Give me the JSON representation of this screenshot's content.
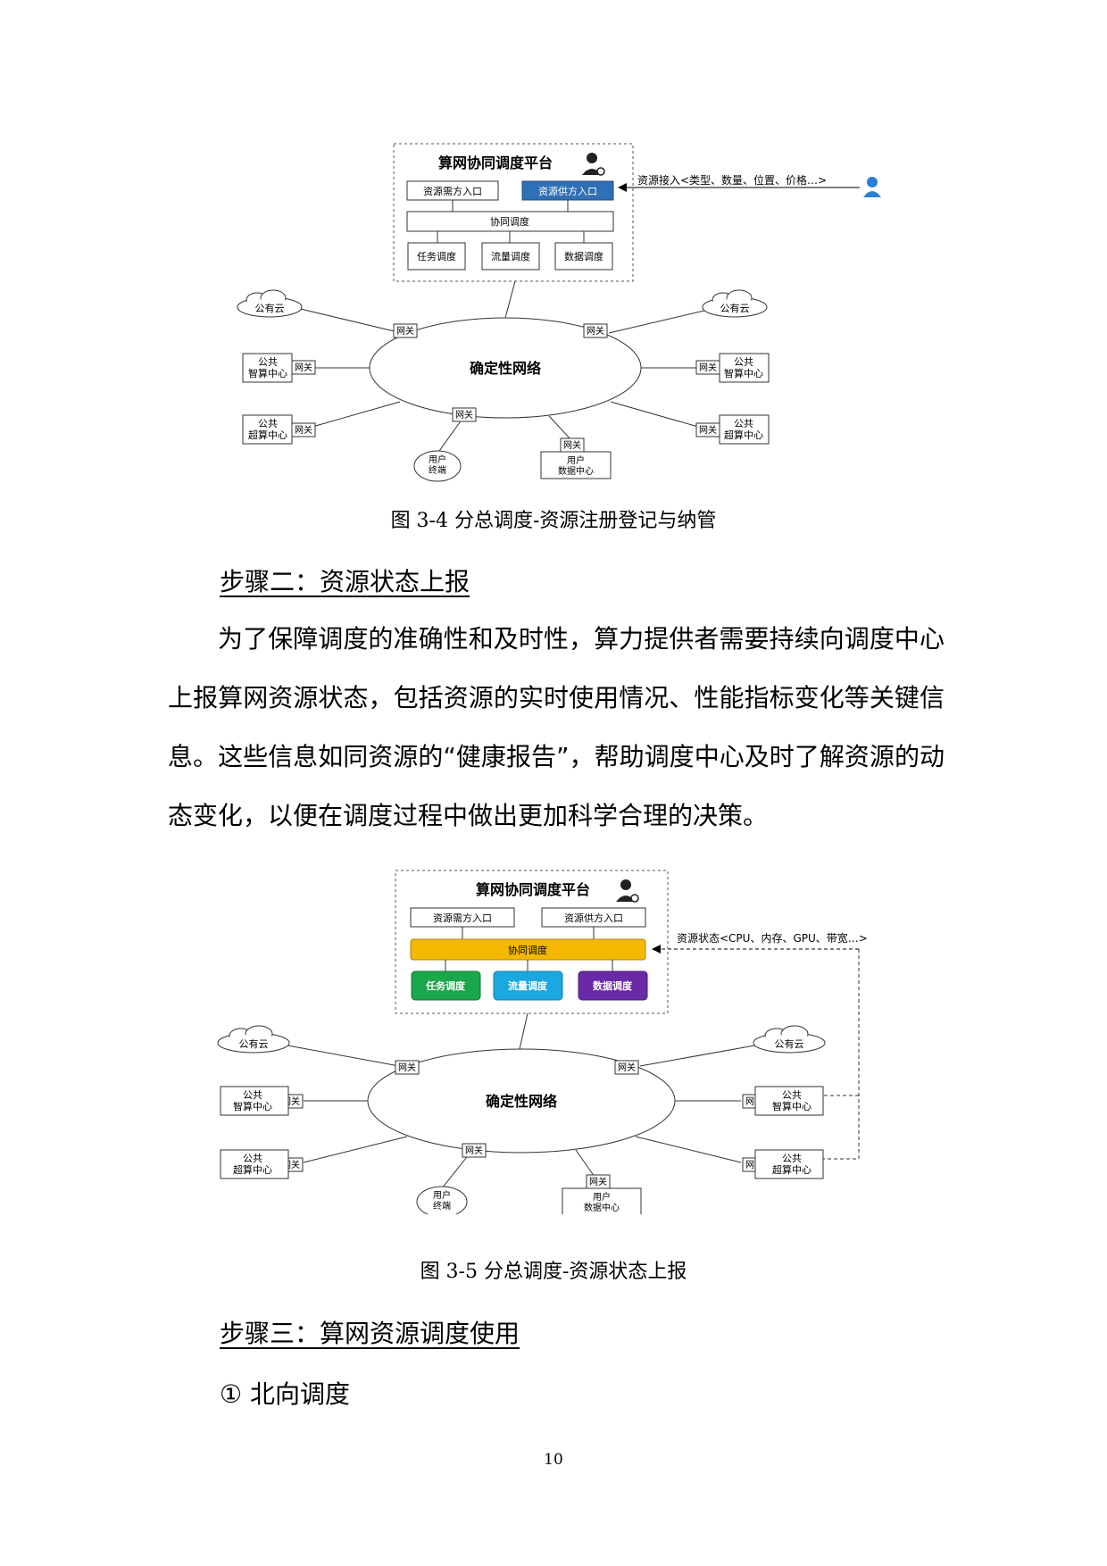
{
  "figure1": {
    "platform_title": "算网协同调度平台",
    "demand_entry": "资源需方入口",
    "supply_entry": "资源供方入口",
    "coordination": "协同调度",
    "task": "任务调度",
    "flow": "流量调度",
    "data": "数据调度",
    "side_label": "资源接入<类型、数量、位置、价格…>",
    "network": "确定性网络",
    "gateway": "网关",
    "public_cloud": "公有云",
    "public": "公共",
    "smart_center": "智算中心",
    "super_center": "超算中心",
    "user": "用户",
    "terminal": "终端",
    "user_dc_line2": "数据中心"
  },
  "caption1": "图 3-4  分总调度-资源注册登记与纳管",
  "step2_heading": "步骤二：资源状态上报",
  "step2_paragraph": "为了保障调度的准确性和及时性，算力提供者需要持续向调度中心上报算网资源状态，包括资源的实时使用情况、性能指标变化等关键信息。这些信息如同资源的“健康报告”，帮助调度中心及时了解资源的动态变化，以便在调度过程中做出更加科学合理的决策。",
  "figure2": {
    "platform_title": "算网协同调度平台",
    "demand_entry": "资源需方入口",
    "supply_entry": "资源供方入口",
    "coordination": "协同调度",
    "task": "任务调度",
    "flow": "流量调度",
    "data": "数据调度",
    "side_label": "资源状态<CPU、内存、GPU、带宽…>",
    "network": "确定性网络",
    "gateway": "网关",
    "public_cloud": "公有云",
    "public": "公共",
    "smart_center": "智算中心",
    "super_center": "超算中心",
    "user": "用户",
    "terminal": "终端",
    "user_dc_line2": "数据中心"
  },
  "caption2": "图 3-5  分总调度-资源状态上报",
  "step3_heading": "步骤三：算网资源调度使用",
  "list_item": "①  北向调度",
  "page_number": "10",
  "colors": {
    "supply_blue": "#2f6fb5",
    "coord_orange": "#f5b800",
    "task_green": "#1aa64a",
    "flow_cyan": "#1ba7e0",
    "data_purple": "#6a2aa8",
    "user_icon_blue": "#2b7fd8"
  }
}
